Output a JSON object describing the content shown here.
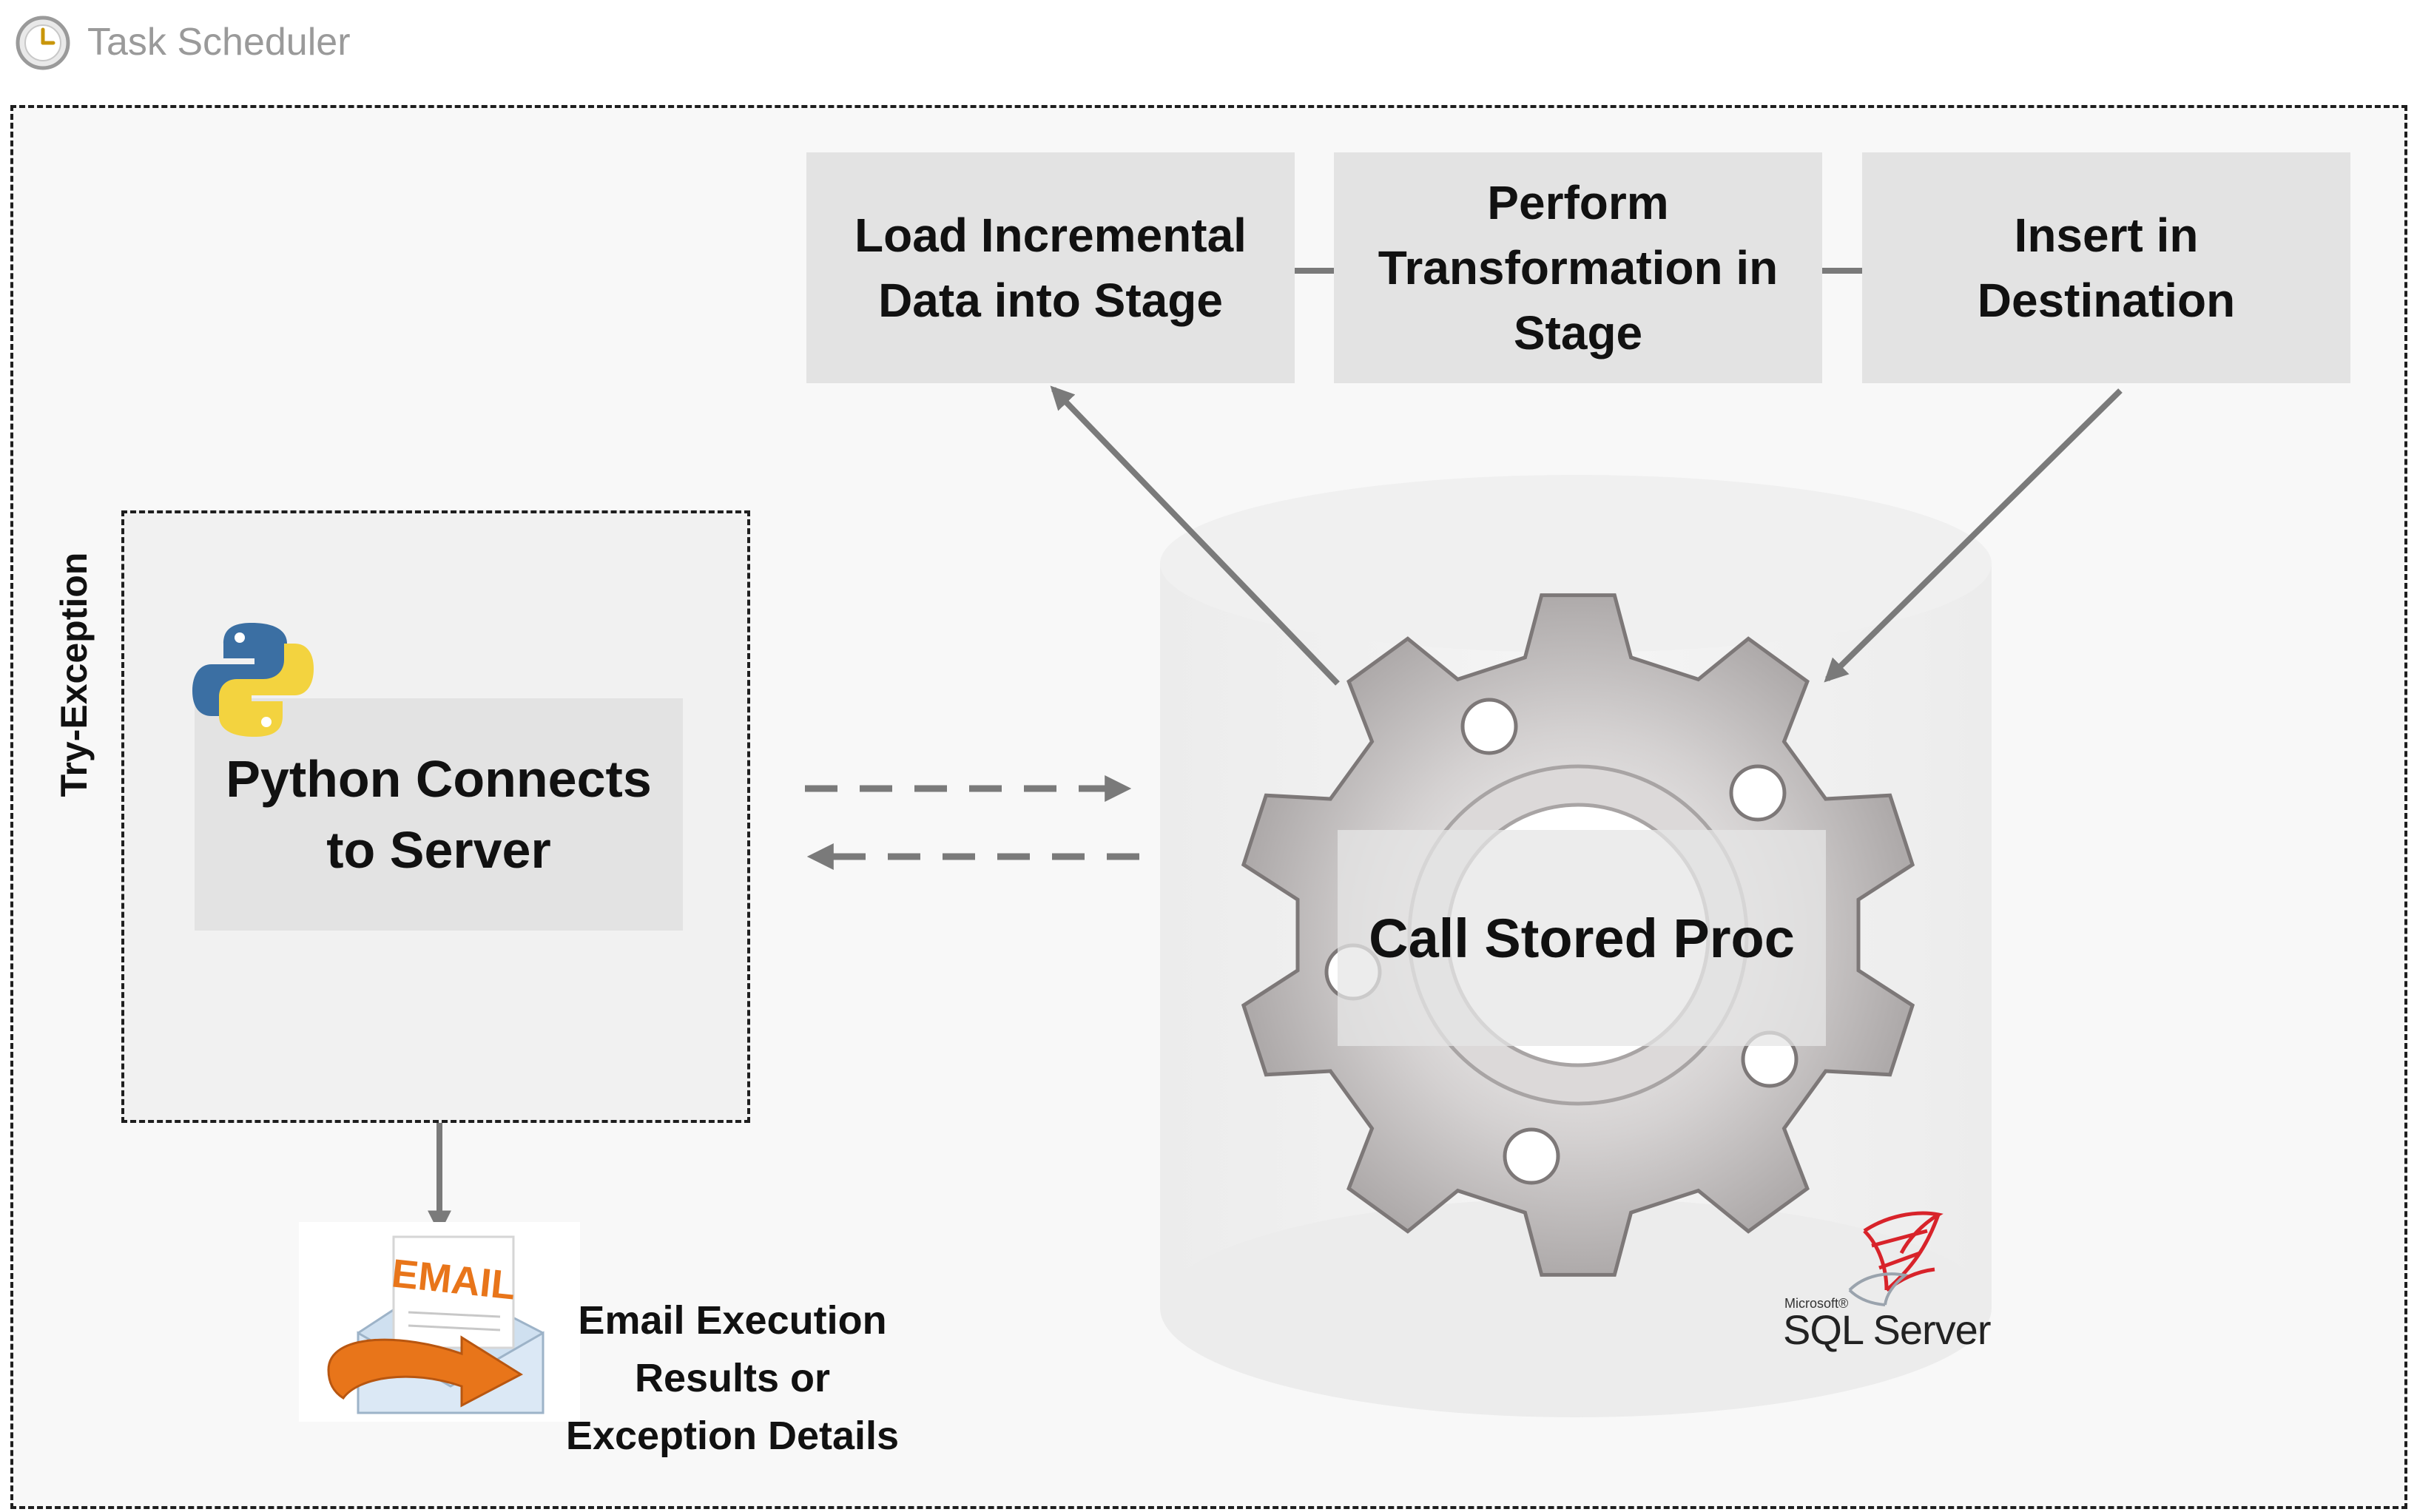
{
  "window": {
    "title": "Task Scheduler"
  },
  "frame": {
    "label": "Try-Exception"
  },
  "python": {
    "label_line1": "Python Connects",
    "label_line2": "to Server"
  },
  "pipeline": {
    "steps": [
      {
        "line1": "Load Incremental",
        "line2": "Data into Stage"
      },
      {
        "line1": "Perform",
        "line2": "Transformation in",
        "line3": "Stage"
      },
      {
        "line1": "Insert in",
        "line2": "Destination"
      }
    ]
  },
  "gear": {
    "label": "Call Stored Proc"
  },
  "email": {
    "badge": "EMAIL",
    "line1": "Email Execution",
    "line2": "Results or",
    "line3": "Exception Details"
  },
  "sql": {
    "small": "Microsoft®",
    "big": "SQL Server"
  },
  "colors": {
    "arrow": "#7a7a7a",
    "box": "#e3e3e3",
    "frame_bg": "#f8f8f8",
    "email_orange": "#e8751a"
  }
}
